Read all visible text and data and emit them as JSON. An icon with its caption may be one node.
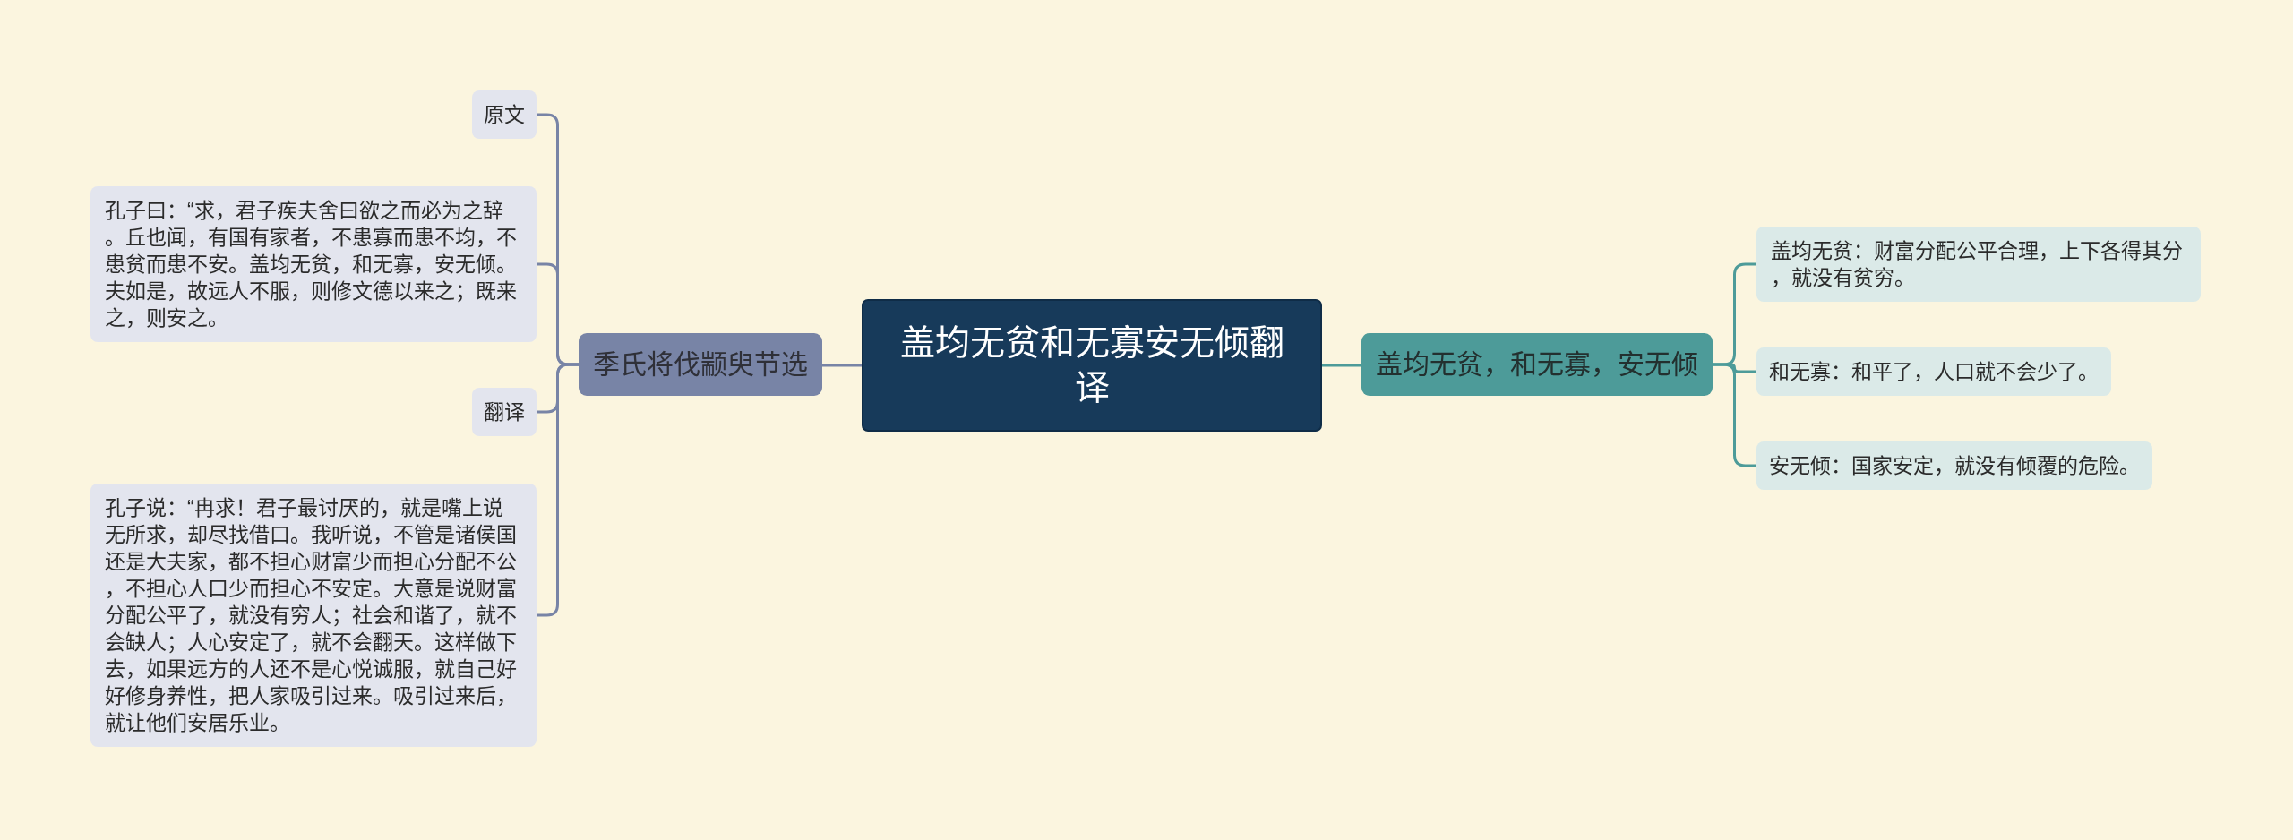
{
  "diagram": {
    "nodes": [
      {
        "text": [
          "盖均无贫和无寡安无倾翻译"
        ]
      },
      {
        "text": [
          "季氏将伐颛臾节选"
        ]
      },
      {
        "text": [
          "原文"
        ]
      },
      {
        "text": [
          "孔子曰：“求，君子疾夫舍曰欲之而必为之辞。丘也闻，有国有家者，不患寡而患不均，不患贫而患不安。盖均无贫，和无寡，安无倾。夫如是，故远人不服，则修文德以来之；既来之，则安之。"
        ]
      },
      {
        "text": [
          "翻译"
        ]
      },
      {
        "text": [
          "孔子说：“冉求！君子最讨厌的，就是嘴上说无所求，却尽找借口。我听说，不管是诸侯国还是大夫家，都不担心财富少而担心分配不公，不担心人口少而担心不安定。大意是说财富分配公平了，就没有穷人；社会和谐了，就不会缺人；人心安定了，就不会翻天。这样做下去，如果远方的人还不是心悦诚服，就自己好好修身养性，把人家吸引过来。吸引过来后，就让他们安居乐业。"
        ]
      },
      {
        "text": [
          "盖均无贫，和无寡，安无倾"
        ]
      },
      {
        "text": [
          "盖均无贫：财富分配公平合理，上下各得其分，就没有贫穷。"
        ]
      },
      {
        "text": [
          "和无寡：和平了，人口就不会少了。"
        ]
      },
      {
        "text": [
          "安无倾：国家安定，就没有倾覆的危险。"
        ]
      }
    ],
    "edges": [
      {
        "from": 0,
        "to": 1,
        "arrow": "none"
      },
      {
        "from": 1,
        "to": 2,
        "arrow": "none"
      },
      {
        "from": 1,
        "to": 3,
        "arrow": "none"
      },
      {
        "from": 1,
        "to": 4,
        "arrow": "none"
      },
      {
        "from": 1,
        "to": 5,
        "arrow": "none"
      },
      {
        "from": 0,
        "to": 6,
        "arrow": "none",
        "color": "#4d9b99"
      },
      {
        "from": 6,
        "to": 7,
        "arrow": "none",
        "color": "#4d9b99"
      },
      {
        "from": 6,
        "to": 8,
        "arrow": "none",
        "color": "#4d9b99"
      },
      {
        "from": 6,
        "to": 9,
        "arrow": "none",
        "color": "#4d9b99"
      }
    ]
  }
}
